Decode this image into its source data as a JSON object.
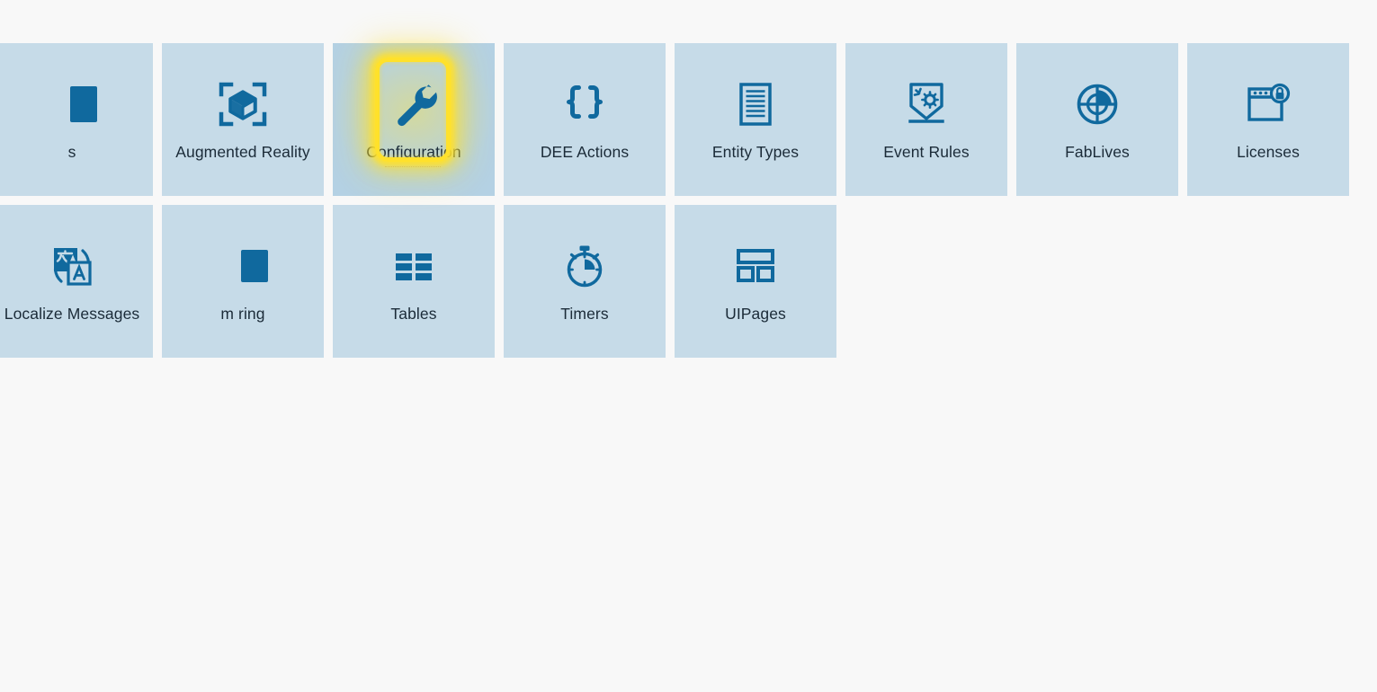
{
  "page": {
    "background_color": "#f8f8f8",
    "tile_color": "#c6dbe8",
    "tile_color_focused": "#b4d1e4",
    "icon_color": "#10699e",
    "label_color": "#1b2b38",
    "focus_ring_color": "#ffe12b"
  },
  "tiles": [
    {
      "id": "clipped-left-row1",
      "label": "s",
      "icon": "clipped-icon",
      "clipped": true,
      "focused": false
    },
    {
      "id": "augmented-reality",
      "label": "Augmented Reality",
      "icon": "ar-cube-icon",
      "clipped": false,
      "focused": false
    },
    {
      "id": "configuration",
      "label": "Configuration",
      "icon": "wrench-icon",
      "clipped": false,
      "focused": true
    },
    {
      "id": "dee-actions",
      "label": "DEE Actions",
      "icon": "curly-braces-icon",
      "clipped": false,
      "focused": false
    },
    {
      "id": "entity-types",
      "label": "Entity Types",
      "icon": "document-lines-icon",
      "clipped": false,
      "focused": false
    },
    {
      "id": "event-rules",
      "label": "Event Rules",
      "icon": "event-gear-icon",
      "clipped": false,
      "focused": false
    },
    {
      "id": "fablives",
      "label": "FabLives",
      "icon": "target-globe-icon",
      "clipped": false,
      "focused": false
    },
    {
      "id": "licenses",
      "label": "Licenses",
      "icon": "window-lock-icon",
      "clipped": false,
      "focused": false
    },
    {
      "id": "localize-messages",
      "label": "Localize Messages",
      "icon": "translate-icon",
      "clipped": false,
      "focused": false
    },
    {
      "id": "clipped-left-row2",
      "label": "m ring",
      "icon": "clipped-icon",
      "clipped": true,
      "focused": false
    },
    {
      "id": "tables",
      "label": "Tables",
      "icon": "table-grid-icon",
      "clipped": false,
      "focused": false
    },
    {
      "id": "timers",
      "label": "Timers",
      "icon": "stopwatch-icon",
      "clipped": false,
      "focused": false
    },
    {
      "id": "uipages",
      "label": "UIPages",
      "icon": "layout-blocks-icon",
      "clipped": false,
      "focused": false
    }
  ]
}
